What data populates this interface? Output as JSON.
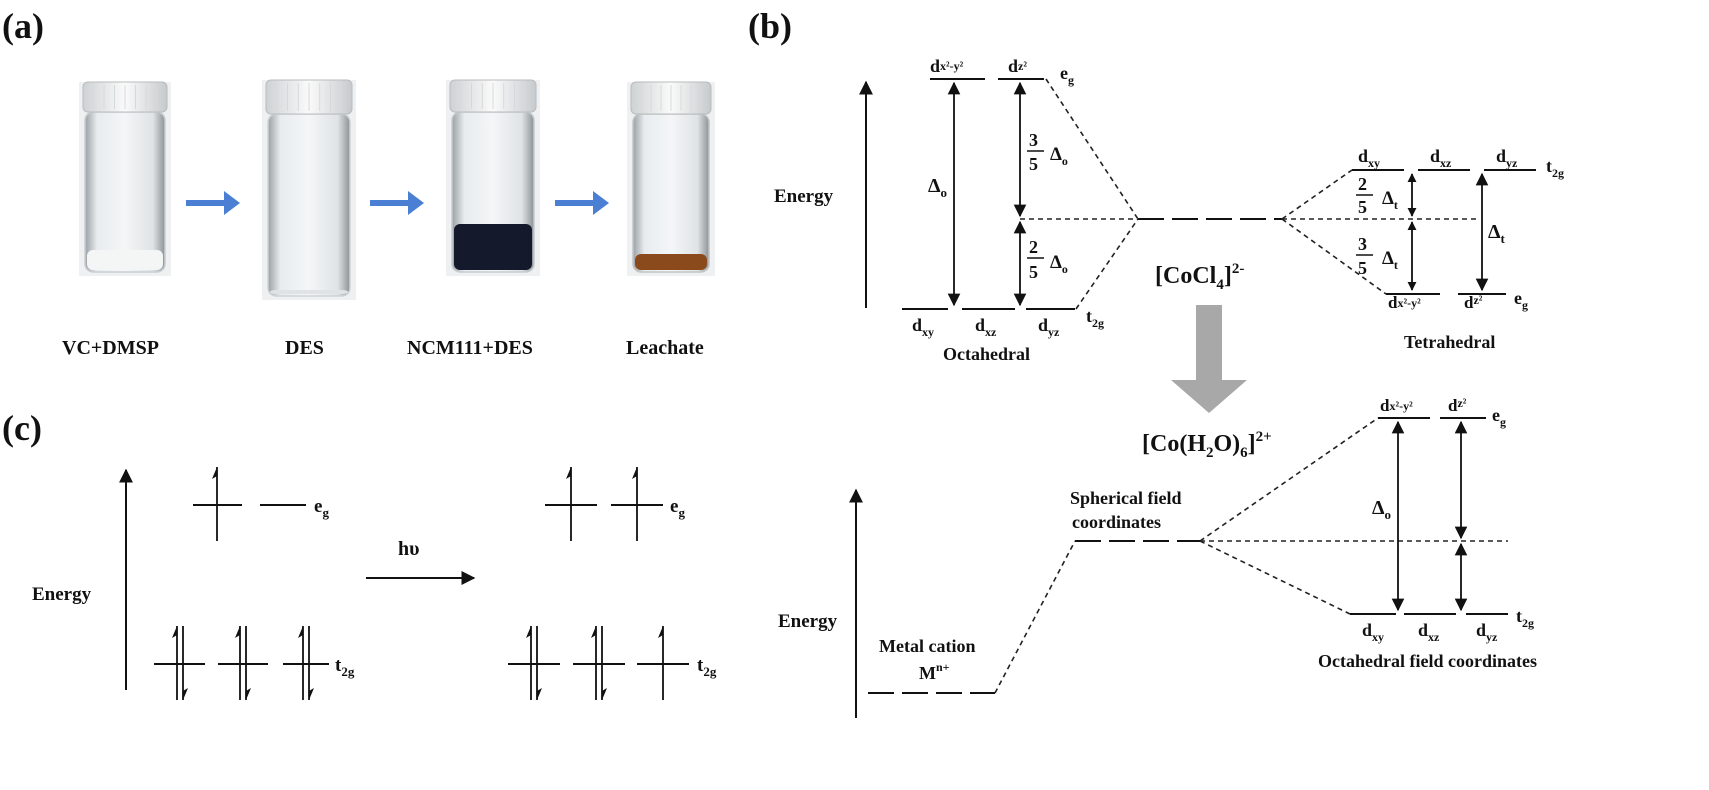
{
  "panels": {
    "a": "(a)",
    "b": "(b)",
    "c": "(c)"
  },
  "panel_a": {
    "vials": [
      {
        "label": "VC+DMSP",
        "liquid_color": "#f4f5f5",
        "glass_color": "#c9cfd3"
      },
      {
        "label": "DES",
        "liquid_color": "#dfe3e5",
        "glass_color": "#cdd3d6"
      },
      {
        "label": "NCM111+DES",
        "liquid_color": "#141a2c",
        "glass_color": "#c6cccf"
      },
      {
        "label": "Leachate",
        "liquid_color": "#8a4a1c",
        "glass_color": "#c3c6c4"
      }
    ],
    "arrow_color": "#4a7fd4"
  },
  "panel_b_top": {
    "energy": "Energy",
    "oct_top": [
      "d",
      "x²-y²",
      "d",
      "z²"
    ],
    "oct_top_group": [
      "e",
      "g"
    ],
    "oct_bottom": [
      [
        "d",
        "xy"
      ],
      [
        "d",
        "xz"
      ],
      [
        "d",
        "yz"
      ]
    ],
    "oct_bottom_group": [
      "t",
      "2g"
    ],
    "oct_title": "Octahedral",
    "delta_o": [
      "Δ",
      "o"
    ],
    "frac_3_5": [
      "3",
      "5"
    ],
    "frac_2_5": [
      "2",
      "5"
    ],
    "complex": [
      "[CoCl",
      "4",
      "]",
      "2-"
    ],
    "tet_top": [
      [
        "d",
        "xy"
      ],
      [
        "d",
        "xz"
      ],
      [
        "d",
        "yz"
      ]
    ],
    "tet_top_group": [
      "t",
      "2g"
    ],
    "tet_bottom": [
      [
        "d",
        "x²-y²"
      ],
      [
        "d",
        "z²"
      ]
    ],
    "tet_bottom_group": [
      "e",
      "g"
    ],
    "delta_t": [
      "Δ",
      "t"
    ],
    "tet_title": "Tetrahedral",
    "big_arrow_color": "#a8a8a8"
  },
  "panel_b_bottom": {
    "complex": [
      "[Co(H",
      "2",
      "O)",
      "6",
      "]",
      "2+"
    ],
    "energy": "Energy",
    "metal_cation": "Metal cation",
    "metal_symbol": [
      "M",
      "n+"
    ],
    "spherical": [
      "Spherical field",
      "coordinates"
    ],
    "top": [
      [
        "d",
        "x²-y²"
      ],
      [
        "d",
        "z²"
      ]
    ],
    "top_group": [
      "e",
      "g"
    ],
    "bottom": [
      [
        "d",
        "xy"
      ],
      [
        "d",
        "xz"
      ],
      [
        "d",
        "yz"
      ]
    ],
    "bottom_group": [
      "t",
      "2g"
    ],
    "delta_o": [
      "Δ",
      "o"
    ],
    "title": "Octahedral field coordinates"
  },
  "panel_c": {
    "energy": "Energy",
    "eg": [
      "e",
      "g"
    ],
    "t2g": [
      "t",
      "2g"
    ],
    "light": "hυ",
    "ground": {
      "eg": [
        1,
        0
      ],
      "t2g": [
        2,
        2,
        2
      ]
    },
    "excited": {
      "eg": [
        1,
        1
      ],
      "t2g": [
        2,
        2,
        1
      ]
    }
  }
}
